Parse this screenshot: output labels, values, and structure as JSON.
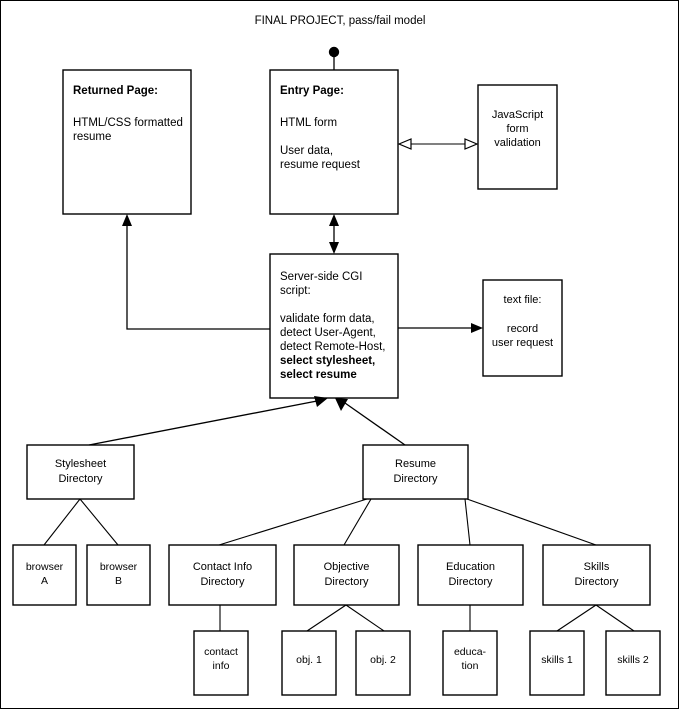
{
  "title": "FINAL PROJECT, pass/fail model",
  "colors": {
    "background": "#ffffff",
    "stroke": "#000000",
    "text": "#000000",
    "frame_border": "#000000"
  },
  "boxes": {
    "returned_page": {
      "heading": "Returned Page:",
      "lines": [
        "HTML/CSS formatted",
        "resume"
      ]
    },
    "entry_page": {
      "heading": "Entry Page:",
      "lines": [
        "HTML form",
        "User data,",
        "resume request"
      ]
    },
    "javascript_validation": {
      "lines": [
        "JavaScript",
        "form",
        "validation"
      ]
    },
    "cgi_script": {
      "heading_lines": [
        "Server-side CGI",
        "script:"
      ],
      "lines": [
        {
          "text": "validate form data,",
          "bold": false
        },
        {
          "text": "detect User-Agent,",
          "bold": false
        },
        {
          "text": "detect Remote-Host,",
          "bold": false
        },
        {
          "text": "select stylesheet,",
          "bold": true
        },
        {
          "text": "select resume",
          "bold": true
        }
      ]
    },
    "text_file": {
      "heading": "text file:",
      "lines": [
        "record",
        "user request"
      ]
    }
  },
  "tree": {
    "stylesheet_directory": {
      "lines": [
        "Stylesheet",
        "Directory"
      ],
      "children": [
        {
          "id": "browser-a",
          "lines": [
            "browser",
            "A"
          ]
        },
        {
          "id": "browser-b",
          "lines": [
            "browser",
            "B"
          ]
        }
      ]
    },
    "resume_directory": {
      "lines": [
        "Resume",
        "Directory"
      ],
      "children": [
        {
          "id": "contact-info-directory",
          "lines": [
            "Contact Info",
            "Directory"
          ],
          "children": [
            {
              "id": "contact-info",
              "lines": [
                "contact",
                "info"
              ]
            }
          ]
        },
        {
          "id": "objective-directory",
          "lines": [
            "Objective",
            "Directory"
          ],
          "children": [
            {
              "id": "obj-1",
              "lines": [
                "obj. 1"
              ]
            },
            {
              "id": "obj-2",
              "lines": [
                "obj. 2"
              ]
            }
          ]
        },
        {
          "id": "education-directory",
          "lines": [
            "Education",
            "Directory"
          ],
          "children": [
            {
              "id": "education",
              "lines": [
                "educa-",
                "tion"
              ]
            }
          ]
        },
        {
          "id": "skills-directory",
          "lines": [
            "Skills",
            "Directory"
          ],
          "children": [
            {
              "id": "skills-1",
              "lines": [
                "skills 1"
              ]
            },
            {
              "id": "skills-2",
              "lines": [
                "skills 2"
              ]
            }
          ]
        }
      ]
    }
  },
  "connectors": {
    "start_to_entry": "start-dot to Entry Page",
    "entry_to_javascript": "Entry Page <-> JavaScript form validation",
    "entry_to_cgi": "Entry Page <-> Server-side CGI script",
    "cgi_to_returned": "Server-side CGI script -> Returned Page",
    "cgi_to_textfile": "Server-side CGI script -> text file",
    "stylesheet_to_cgi": "Stylesheet Directory -> Server-side CGI script",
    "resume_to_cgi": "Resume Directory -> Server-side CGI script"
  }
}
